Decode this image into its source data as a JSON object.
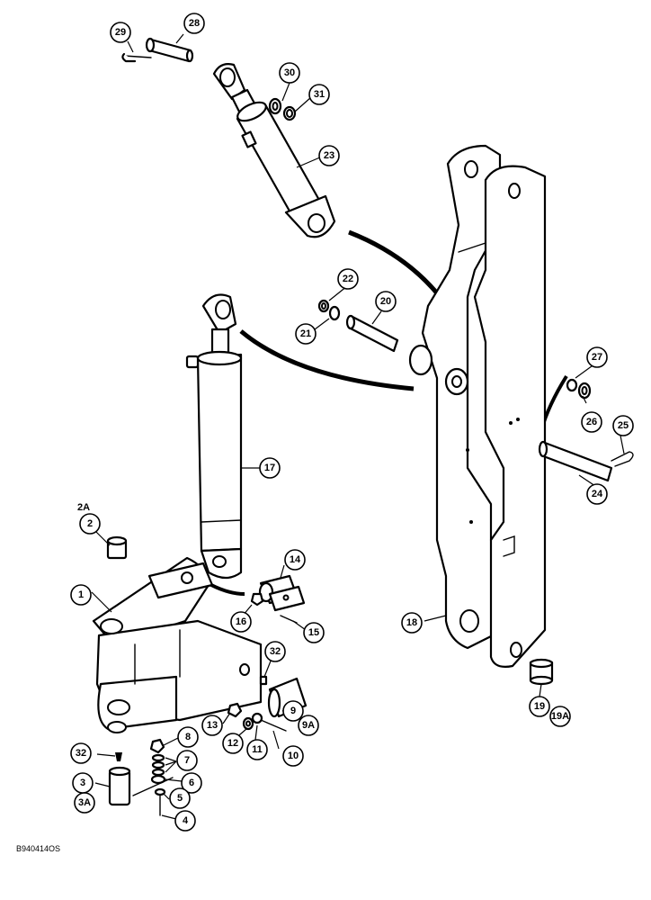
{
  "callouts": [
    {
      "id": "c1",
      "label": "1"
    },
    {
      "id": "c2",
      "label": "2"
    },
    {
      "id": "c2a",
      "label": "2A"
    },
    {
      "id": "c3",
      "label": "3"
    },
    {
      "id": "c3a",
      "label": "3A"
    },
    {
      "id": "c4",
      "label": "4"
    },
    {
      "id": "c5",
      "label": "5"
    },
    {
      "id": "c6",
      "label": "6"
    },
    {
      "id": "c7",
      "label": "7"
    },
    {
      "id": "c8",
      "label": "8"
    },
    {
      "id": "c9",
      "label": "9"
    },
    {
      "id": "c9a",
      "label": "9A"
    },
    {
      "id": "c10",
      "label": "10"
    },
    {
      "id": "c11",
      "label": "11"
    },
    {
      "id": "c12",
      "label": "12"
    },
    {
      "id": "c13",
      "label": "13"
    },
    {
      "id": "c14",
      "label": "14"
    },
    {
      "id": "c15",
      "label": "15"
    },
    {
      "id": "c16",
      "label": "16"
    },
    {
      "id": "c17",
      "label": "17"
    },
    {
      "id": "c18",
      "label": "18"
    },
    {
      "id": "c19",
      "label": "19"
    },
    {
      "id": "c19a",
      "label": "19A"
    },
    {
      "id": "c20",
      "label": "20"
    },
    {
      "id": "c21",
      "label": "21"
    },
    {
      "id": "c22",
      "label": "22"
    },
    {
      "id": "c23",
      "label": "23"
    },
    {
      "id": "c24",
      "label": "24"
    },
    {
      "id": "c25",
      "label": "25"
    },
    {
      "id": "c26",
      "label": "26"
    },
    {
      "id": "c27",
      "label": "27"
    },
    {
      "id": "c28",
      "label": "28"
    },
    {
      "id": "c29",
      "label": "29"
    },
    {
      "id": "c30",
      "label": "30"
    },
    {
      "id": "c31",
      "label": "31"
    },
    {
      "id": "c32a",
      "label": "32"
    },
    {
      "id": "c32b",
      "label": "32"
    }
  ],
  "figure_code": "B940414OS"
}
